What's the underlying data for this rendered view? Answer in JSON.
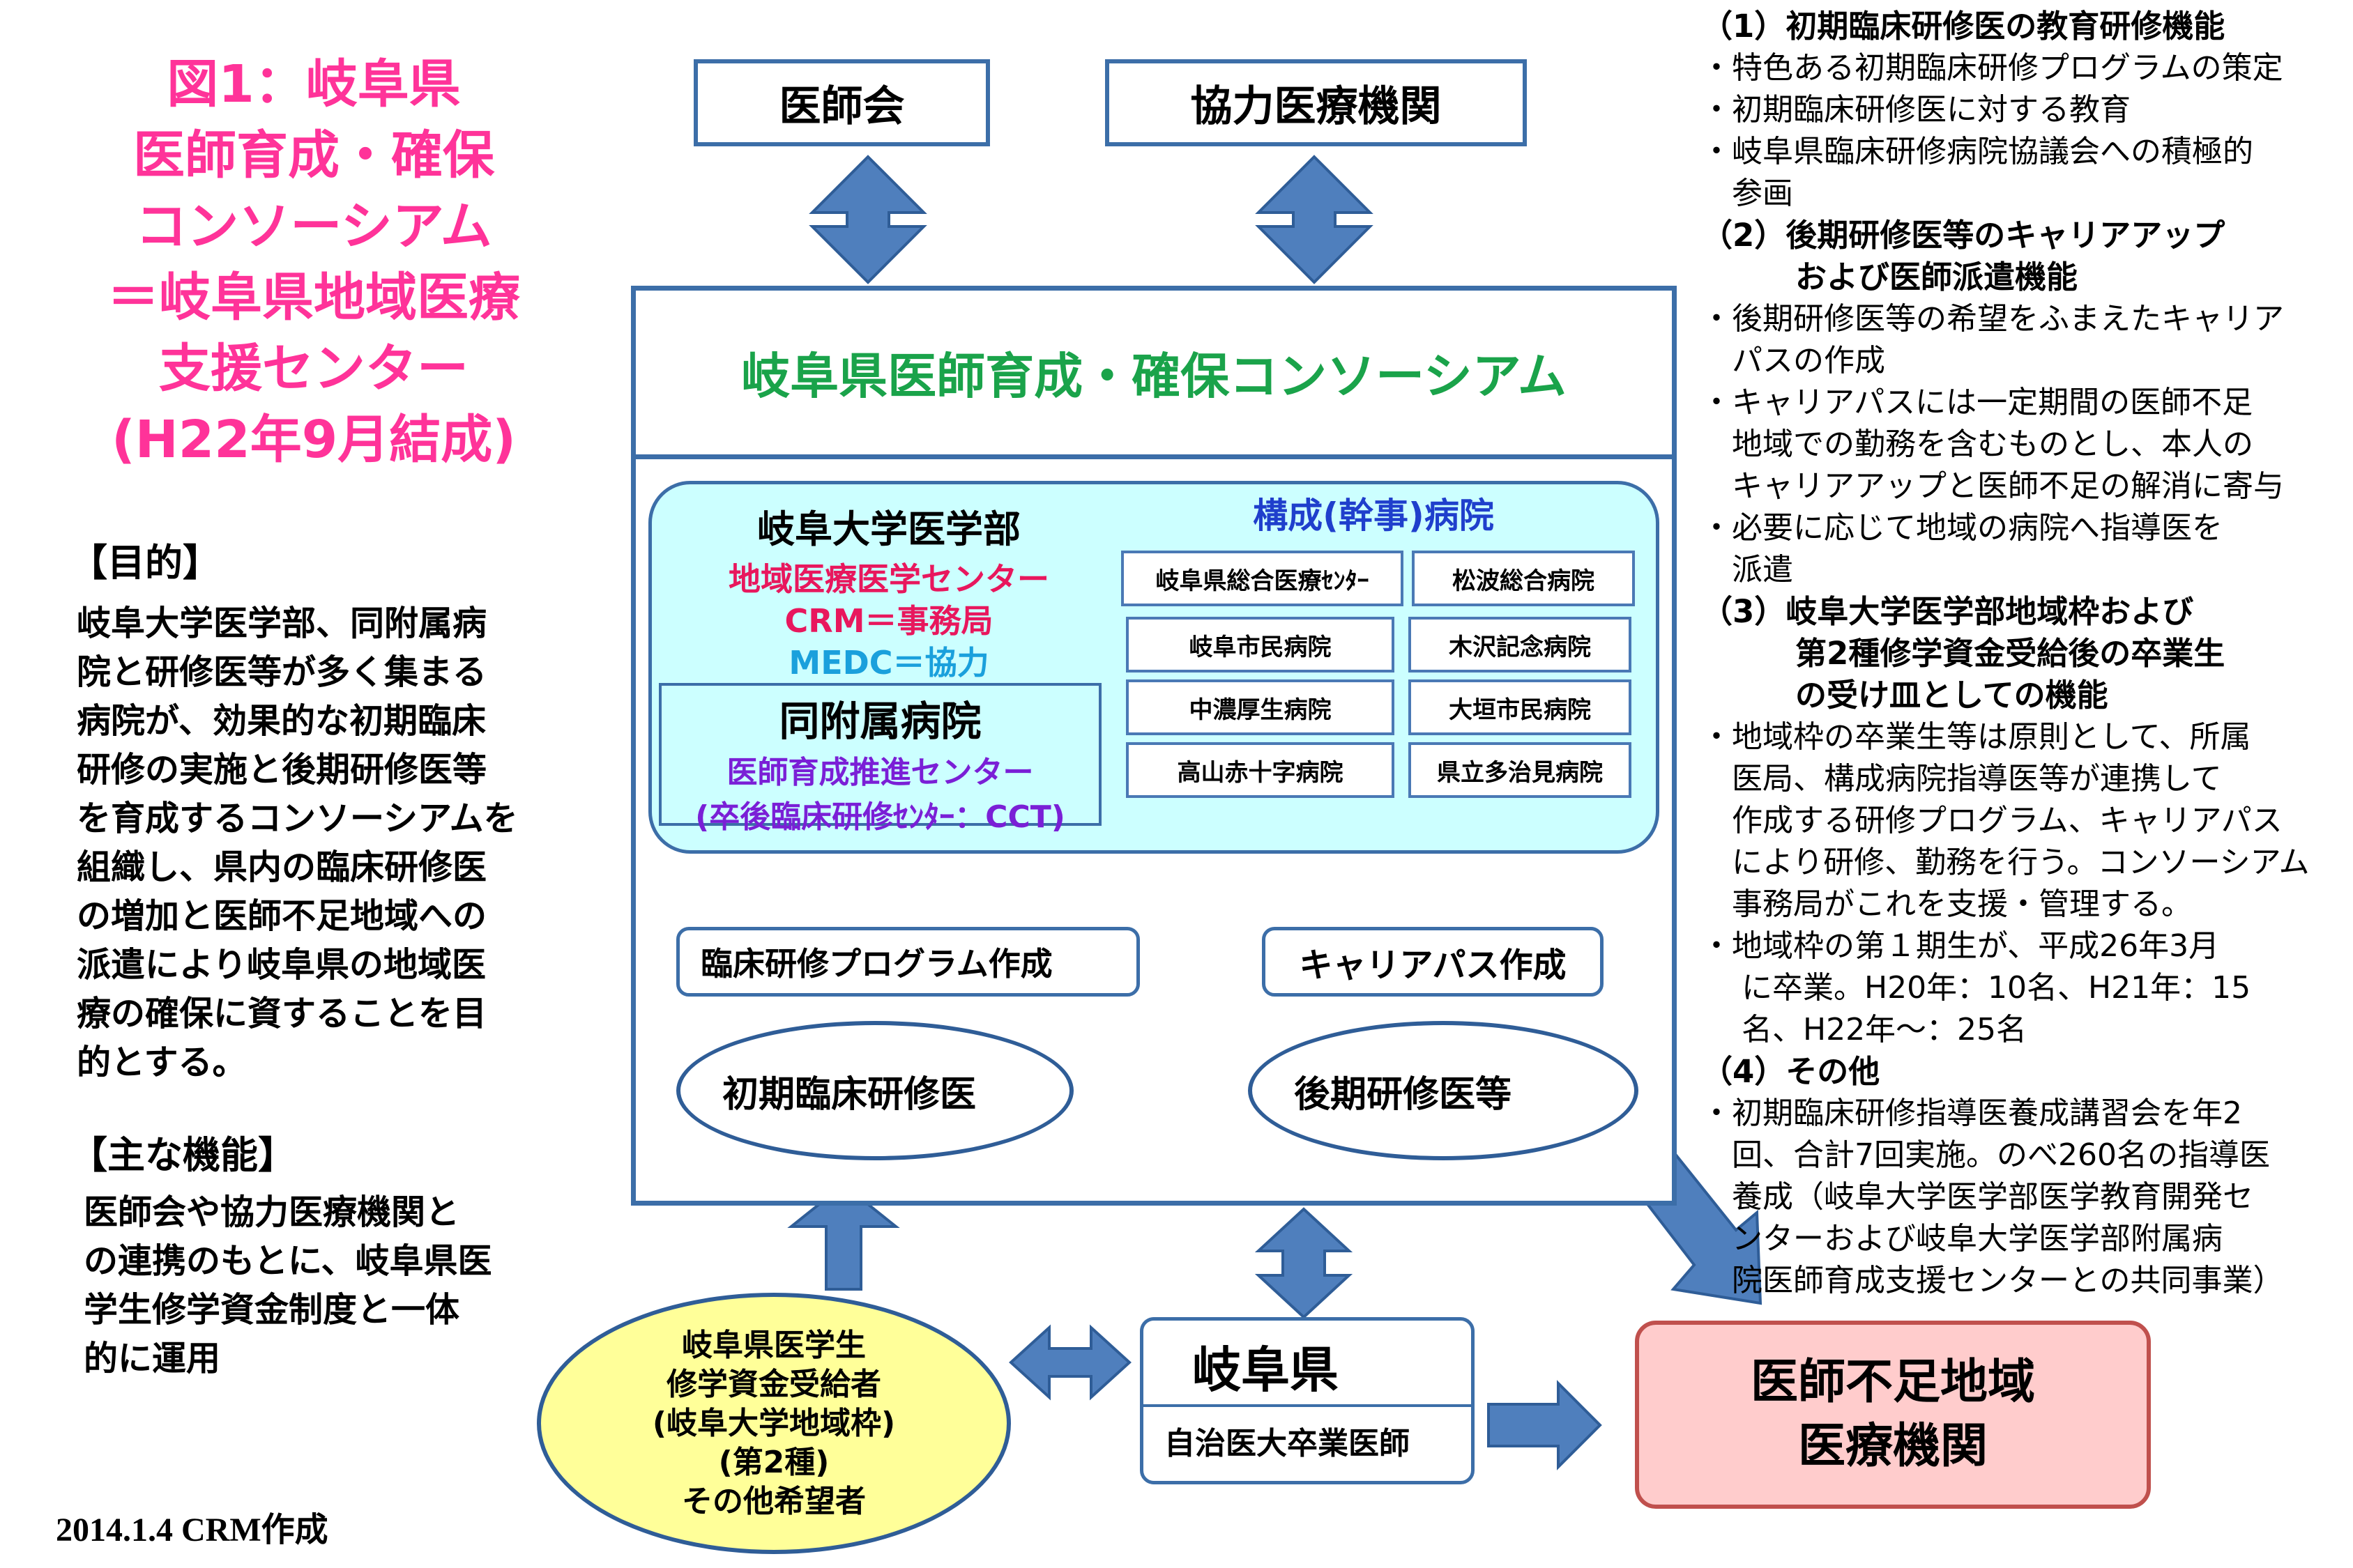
{
  "title": {
    "line1": "図1：岐阜県",
    "line2": "医師育成・確保",
    "line3": "コンソーシアム",
    "line4": "＝岐阜県地域医療",
    "line5": "支援センター",
    "line6": "(H22年9月結成)"
  },
  "purpose": {
    "heading": "【目的】",
    "lines": [
      "岐阜大学医学部、同附属病",
      "院と研修医等が多く集まる",
      "病院が、効果的な初期臨床",
      "研修の実施と後期研修医等",
      "を育成するコンソーシアムを",
      "組織し、県内の臨床研修医",
      "の増加と医師不足地域への",
      "派遣により岐阜県の地域医",
      "療の確保に資することを目",
      "的とする。"
    ]
  },
  "functions": {
    "heading": "【主な機能】",
    "lines": [
      "医師会や協力医療機関と",
      "の連携のもとに、岐阜県医",
      "学生修学資金制度と一体",
      "的に運用"
    ]
  },
  "footer": "2014.1.4 CRM作成",
  "top_boxes": {
    "ishikai": "医師会",
    "kyoryoku": "協力医療機関"
  },
  "consortium": {
    "title": "岐阜県医師育成・確保コンソーシアム",
    "univ": "岐阜大学医学部",
    "center": "地域医療医学センター",
    "crm": "CRM＝事務局",
    "medc": "MEDC＝協力",
    "hospital_title": "同附属病院",
    "hospital_center": "医師育成推進センター",
    "hospital_cct": "(卒後臨床研修ｾﾝﾀｰ：CCT)",
    "member_heading": "構成(幹事)病院",
    "hospitals": [
      "岐阜県総合医療ｾﾝﾀｰ",
      "松波総合病院",
      "岐阜市民病院",
      "木沢記念病院",
      "中濃厚生病院",
      "大垣市民病院",
      "高山赤十字病院",
      "県立多治見病院"
    ],
    "program": "臨床研修プログラム作成",
    "career": "キャリアパス作成",
    "junior": "初期臨床研修医",
    "senior": "後期研修医等"
  },
  "bottom": {
    "scholar_lines": [
      "岐阜県医学生",
      "修学資金受給者",
      "(岐阜大学地域枠)",
      "(第2種)",
      "その他希望者"
    ],
    "pref": "岐阜県",
    "jichi": "自治医大卒業医師",
    "shortage_line1": "医師不足地域",
    "shortage_line2": "医療機関"
  },
  "right": {
    "s1_head": "（1）初期臨床研修医の教育研修機能",
    "s1_items": [
      "・特色ある初期臨床研修プログラムの策定",
      "・初期臨床研修医に対する教育",
      "・岐阜県臨床研修病院協議会への積極的",
      "　参画"
    ],
    "s2_head1": "（2）後期研修医等のキャリアアップ",
    "s2_head2": "　　　および医師派遣機能",
    "s2_items": [
      "・後期研修医等の希望をふまえたキャリア",
      "　パスの作成",
      "・キャリアパスには一定期間の医師不足",
      "　地域での勤務を含むものとし、本人の",
      "　キャリアアップと医師不足の解消に寄与",
      "・必要に応じて地域の病院へ指導医を",
      "　派遣"
    ],
    "s3_head1": "（3）岐阜大学医学部地域枠および",
    "s3_head2": "　　　第2種修学資金受給後の卒業生",
    "s3_head3": "　　　の受け皿としての機能",
    "s3_items": [
      "・地域枠の卒業生等は原則として、所属",
      "　医局、構成病院指導医等が連携して",
      "　作成する研修プログラム、キャリアパス",
      "　により研修、勤務を行う。コンソーシアム",
      "　事務局がこれを支援・管理する。",
      "・地域枠の第１期生が、平成26年3月",
      "　 に卒業。H20年：10名、H21年：15",
      "　 名、H22年～：25名"
    ],
    "s4_head": "（4）その他",
    "s4_items": [
      "・初期臨床研修指導医養成講習会を年2",
      "　回、合計7回実施。のべ260名の指導医",
      "　養成（岐阜大学医学部医学教育開発セ",
      "　ンターおよび岐阜大学医学部附属病",
      "　院医師育成支援センターとの共同事業）"
    ]
  },
  "colors": {
    "title_pink": "#ff3399",
    "consortium_green": "#1aa34a",
    "arrow_blue": "#4f7fbd",
    "border_blue": "#3c6ea8",
    "member_blue": "#1f3fcc",
    "center_red": "#e8175d",
    "medc_cyan": "#1aa0dc",
    "hospital_purple": "#7a1fd6",
    "inner_panel_bg": "#ccffff",
    "scholar_bg": "#ffff99",
    "shortage_bg": "#ffcccc"
  }
}
